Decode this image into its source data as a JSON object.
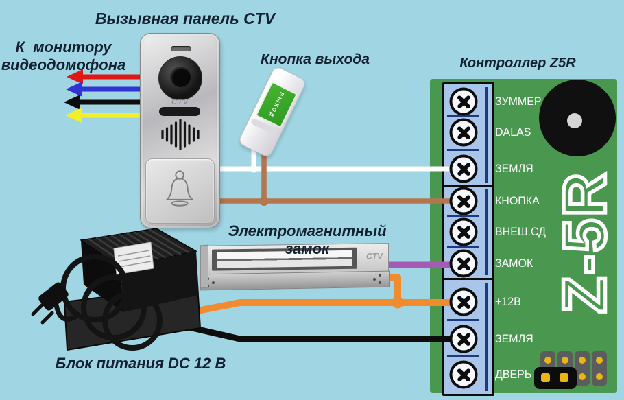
{
  "background_color": "#a0d6e4",
  "call_panel": {
    "title": "Вызывная панель CTV",
    "logo": "CTV"
  },
  "monitor_label": {
    "line1": "К  монитору",
    "line2": "видеодомофона"
  },
  "arrow_colors": {
    "red": "#e01815",
    "blue": "#3134d2",
    "black": "#0d0d0d",
    "yellow": "#f2ee2c"
  },
  "exit_button": {
    "label": "Кнопка выхода",
    "face_text": "ВЫХОД"
  },
  "controller": {
    "title": "Контроллер Z5R",
    "board_marking": "Z-5R",
    "terminals": [
      {
        "label": "ЗУММЕР",
        "wire": ""
      },
      {
        "label": "DALAS",
        "wire": ""
      },
      {
        "label": "ЗЕМЛЯ",
        "wire": "white"
      },
      {
        "label": "КНОПКА",
        "wire": "brown"
      },
      {
        "label": "ВНЕШ.СД",
        "wire": ""
      },
      {
        "label": "ЗАМОК",
        "wire": "purple"
      },
      {
        "label": "+12В",
        "wire": "orange"
      },
      {
        "label": "ЗЕМЛЯ",
        "wire": "black"
      },
      {
        "label": "ДВЕРЬ",
        "wire": ""
      }
    ]
  },
  "lock": {
    "label": "Электромагнитный замок",
    "logo": "CTV"
  },
  "power_supply": {
    "label": "Блок питания DC 12 В"
  },
  "wire_colors": {
    "white": "#ffffff",
    "brown": "#b5754e",
    "purple": "#a55ab4",
    "orange": "#f28b2d",
    "black": "#0d0d0d"
  },
  "board_colors": {
    "pcb_green": "#4a9850",
    "terminal_blue": "#a9c6ea",
    "buzzer_black": "#101010"
  }
}
